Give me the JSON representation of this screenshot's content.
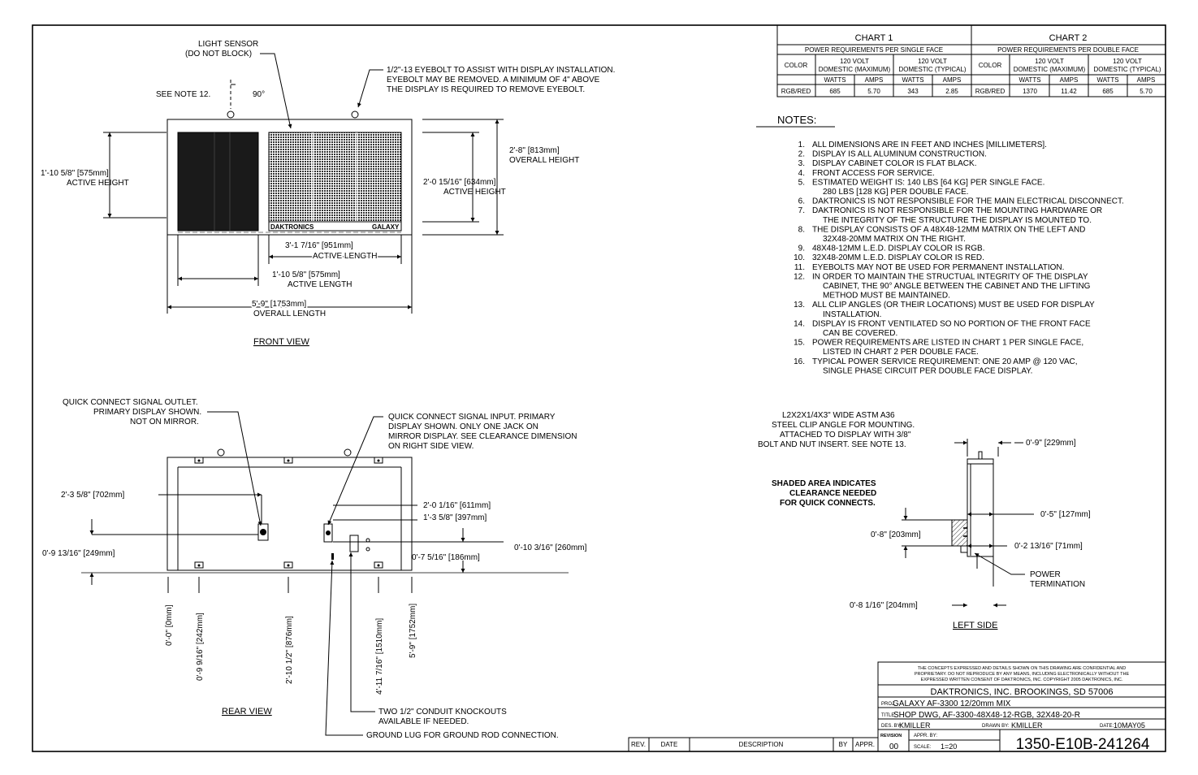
{
  "front": {
    "light_sensor": [
      "LIGHT SENSOR",
      "(DO NOT BLOCK)"
    ],
    "eyebolt_note": [
      "1/2\"-13 EYEBOLT TO ASSIST WITH DISPLAY INSTALLATION.",
      "EYEBOLT MAY BE REMOVED.  A MINIMUM OF 4\" ABOVE",
      "THE DISPLAY IS REQUIRED TO REMOVE EYEBOLT."
    ],
    "see_note": "SEE NOTE 12.",
    "angle": "90°",
    "left_active_height": [
      "1'-10 5/8\" [575mm]",
      "ACTIVE HEIGHT"
    ],
    "right_active_height": [
      "2'-0 15/16\" [634mm]",
      "ACTIVE HEIGHT"
    ],
    "overall_height": [
      "2'-8\" [813mm]",
      "OVERALL HEIGHT"
    ],
    "active_length_1": [
      "3'-1 7/16\" [951mm]",
      "ACTIVE LENGTH"
    ],
    "active_length_2": [
      "1'-10 5/8\" [575mm]",
      "ACTIVE LENGTH"
    ],
    "overall_length": [
      "5'-9\" [1753mm]",
      "OVERALL LENGTH"
    ],
    "brand_left": "DAKTRONICS",
    "brand_right": "GALAXY",
    "view_title": "FRONT VIEW"
  },
  "rear": {
    "outlet_note": [
      "QUICK CONNECT SIGNAL OUTLET.",
      "PRIMARY DISPLAY SHOWN.",
      "NOT ON MIRROR."
    ],
    "input_note": [
      "QUICK CONNECT SIGNAL INPUT.  PRIMARY",
      "DISPLAY SHOWN. ONLY ONE JACK ON",
      "MIRROR DISPLAY.  SEE CLEARANCE DIMENSION",
      "ON RIGHT SIDE VIEW."
    ],
    "dim_702": "2'-3 5/8\" [702mm]",
    "dim_249": "0'-9 13/16\" [249mm]",
    "dim_611": "2'-0 1/16\" [611mm]",
    "dim_397": "1'-3 5/8\" [397mm]",
    "dim_260": "0'-10 3/16\" [260mm]",
    "dim_186": "0'-7 5/16\" [186mm]",
    "vdims": [
      "0'-0\" [0mm]",
      "0'-9 9/16\" [242mm]",
      "2'-10 1/2\" [876mm]",
      "4'-11 7/16\" [1510mm]",
      "5'-9\" [1752mm]"
    ],
    "conduit_note": [
      "TWO 1/2\" CONDUIT KNOCKOUTS",
      "AVAILABLE IF NEEDED."
    ],
    "ground_note": "GROUND LUG FOR GROUND ROD CONNECTION.",
    "view_title": "REAR VIEW"
  },
  "charts": [
    {
      "title": "CHART 1",
      "subtitle": "POWER REQUIREMENTS PER SINGLE FACE",
      "head_color": "COLOR",
      "head_max": [
        "120 VOLT",
        "DOMESTIC (MAXIMUM)"
      ],
      "head_typ": [
        "120 VOLT",
        "DOMESTIC (TYPICAL)"
      ],
      "units": [
        "WATTS",
        "AMPS",
        "WATTS",
        "AMPS"
      ],
      "row": [
        "RGB/RED",
        "685",
        "5.70",
        "343",
        "2.85"
      ]
    },
    {
      "title": "CHART 2",
      "subtitle": "POWER REQUIREMENTS PER DOUBLE FACE",
      "head_color": "COLOR",
      "head_max": [
        "120 VOLT",
        "DOMESTIC (MAXIMUM)"
      ],
      "head_typ": [
        "120 VOLT",
        "DOMESTIC (TYPICAL)"
      ],
      "units": [
        "WATTS",
        "AMPS",
        "WATTS",
        "AMPS"
      ],
      "row": [
        "RGB/RED",
        "1370",
        "11.42",
        "685",
        "5.70"
      ]
    }
  ],
  "notes": {
    "title": "NOTES:",
    "items": [
      [
        "1.",
        "ALL DIMENSIONS ARE IN FEET AND INCHES [MILLIMETERS]."
      ],
      [
        "2.",
        "DISPLAY IS ALL ALUMINUM CONSTRUCTION."
      ],
      [
        "3.",
        "DISPLAY CABINET COLOR IS FLAT BLACK."
      ],
      [
        "4.",
        "FRONT ACCESS FOR SERVICE."
      ],
      [
        "5.",
        "ESTIMATED WEIGHT IS:  140 LBS [64 KG] PER SINGLE FACE."
      ],
      [
        "",
        "280 LBS [128 KG] PER DOUBLE FACE."
      ],
      [
        "6.",
        "DAKTRONICS IS NOT RESPONSIBLE FOR THE MAIN ELECTRICAL DISCONNECT."
      ],
      [
        "7.",
        "DAKTRONICS IS NOT RESPONSIBLE FOR THE MOUNTING HARDWARE OR"
      ],
      [
        "",
        "THE INTEGRITY OF THE STRUCTURE THE DISPLAY IS MOUNTED TO."
      ],
      [
        "8.",
        "THE DISPLAY CONSISTS OF A 48X48-12MM MATRIX ON THE LEFT AND"
      ],
      [
        "",
        "32X48-20MM MATRIX ON THE RIGHT."
      ],
      [
        "9.",
        "48X48-12MM L.E.D. DISPLAY COLOR IS RGB."
      ],
      [
        "10.",
        "32X48-20MM L.E.D. DISPLAY COLOR IS RED."
      ],
      [
        "11.",
        "EYEBOLTS MAY NOT BE USED FOR PERMANENT INSTALLATION."
      ],
      [
        "12.",
        "IN ORDER TO MAINTAIN THE STRUCTUAL INTEGRITY OF THE DISPLAY"
      ],
      [
        "",
        "CABINET, THE 90° ANGLE BETWEEN THE CABINET AND THE LIFTING"
      ],
      [
        "",
        "METHOD MUST BE MAINTAINED."
      ],
      [
        "13.",
        "ALL CLIP ANGLES (OR THEIR LOCATIONS) MUST BE USED FOR DISPLAY"
      ],
      [
        "",
        "INSTALLATION."
      ],
      [
        "14.",
        "DISPLAY IS FRONT VENTILATED SO NO PORTION OF THE FRONT FACE"
      ],
      [
        "",
        "CAN BE COVERED."
      ],
      [
        "15.",
        "POWER REQUIREMENTS ARE LISTED IN CHART 1 PER SINGLE FACE,"
      ],
      [
        "",
        "LISTED IN CHART 2 PER DOUBLE FACE."
      ],
      [
        "16.",
        "TYPICAL POWER SERVICE REQUIREMENT: ONE 20 AMP @ 120 VAC,"
      ],
      [
        "",
        "SINGLE PHASE CIRCUIT PER DOUBLE FACE DISPLAY."
      ]
    ]
  },
  "side": {
    "clip_note": [
      "L2X2X1/4X3\" WIDE ASTM A36",
      "STEEL CLIP ANGLE FOR MOUNTING.",
      "ATTACHED TO DISPLAY WITH 3/8\"",
      "BOLT AND NUT INSERT. SEE NOTE 13."
    ],
    "shaded_note": [
      "SHADED AREA INDICATES",
      "CLEARANCE NEEDED",
      "FOR QUICK CONNECTS."
    ],
    "dim_229": "0'-9\" [229mm]",
    "dim_127": "0'-5\" [127mm]",
    "dim_203": "0'-8\" [203mm]",
    "dim_71": "0'-2 13/16\" [71mm]",
    "dim_204": "0'-8 1/16\" [204mm]",
    "power_term": [
      "POWER",
      "TERMINATION"
    ],
    "view_title": "LEFT SIDE"
  },
  "title_block": {
    "confidential": [
      "THE CONCEPTS EXPRESSED AND DETAILS SHOWN ON THIS DRAWING ARE CONFIDENTIAL AND",
      "PROPRIETARY.  DO NOT REPRODUCE BY ANY MEANS, INCLUDING ELECTRONICALLY WITHOUT THE",
      "EXPRESSED WRITTEN CONSENT OF DAKTRONICS, INC.       COPYRIGHT 2005 DAKTRONICS, INC."
    ],
    "company": "DAKTRONICS, INC.   BROOKINGS, SD 57006",
    "proj_label": "PROJ:",
    "proj": "GALAXY AF-3300 12/20mm MIX",
    "title_label": "TITLE:",
    "title": "SHOP DWG, AF-3300-48X48-12-RGB, 32X48-20-R",
    "des_label": "DES. BY:",
    "des": "KMILLER",
    "drawn_label": "DRAWN BY:",
    "drawn": "KMILLER",
    "date_label": "DATE:",
    "date": "10MAY05",
    "revision_label": "REVISION",
    "revision": "00",
    "appr_label": "APPR. BY:",
    "scale_label": "SCALE:",
    "scale": "1=20",
    "drawing_no": "1350-E10B-241264",
    "rev_headers": [
      "REV.",
      "DATE",
      "DESCRIPTION",
      "BY",
      "APPR."
    ]
  }
}
